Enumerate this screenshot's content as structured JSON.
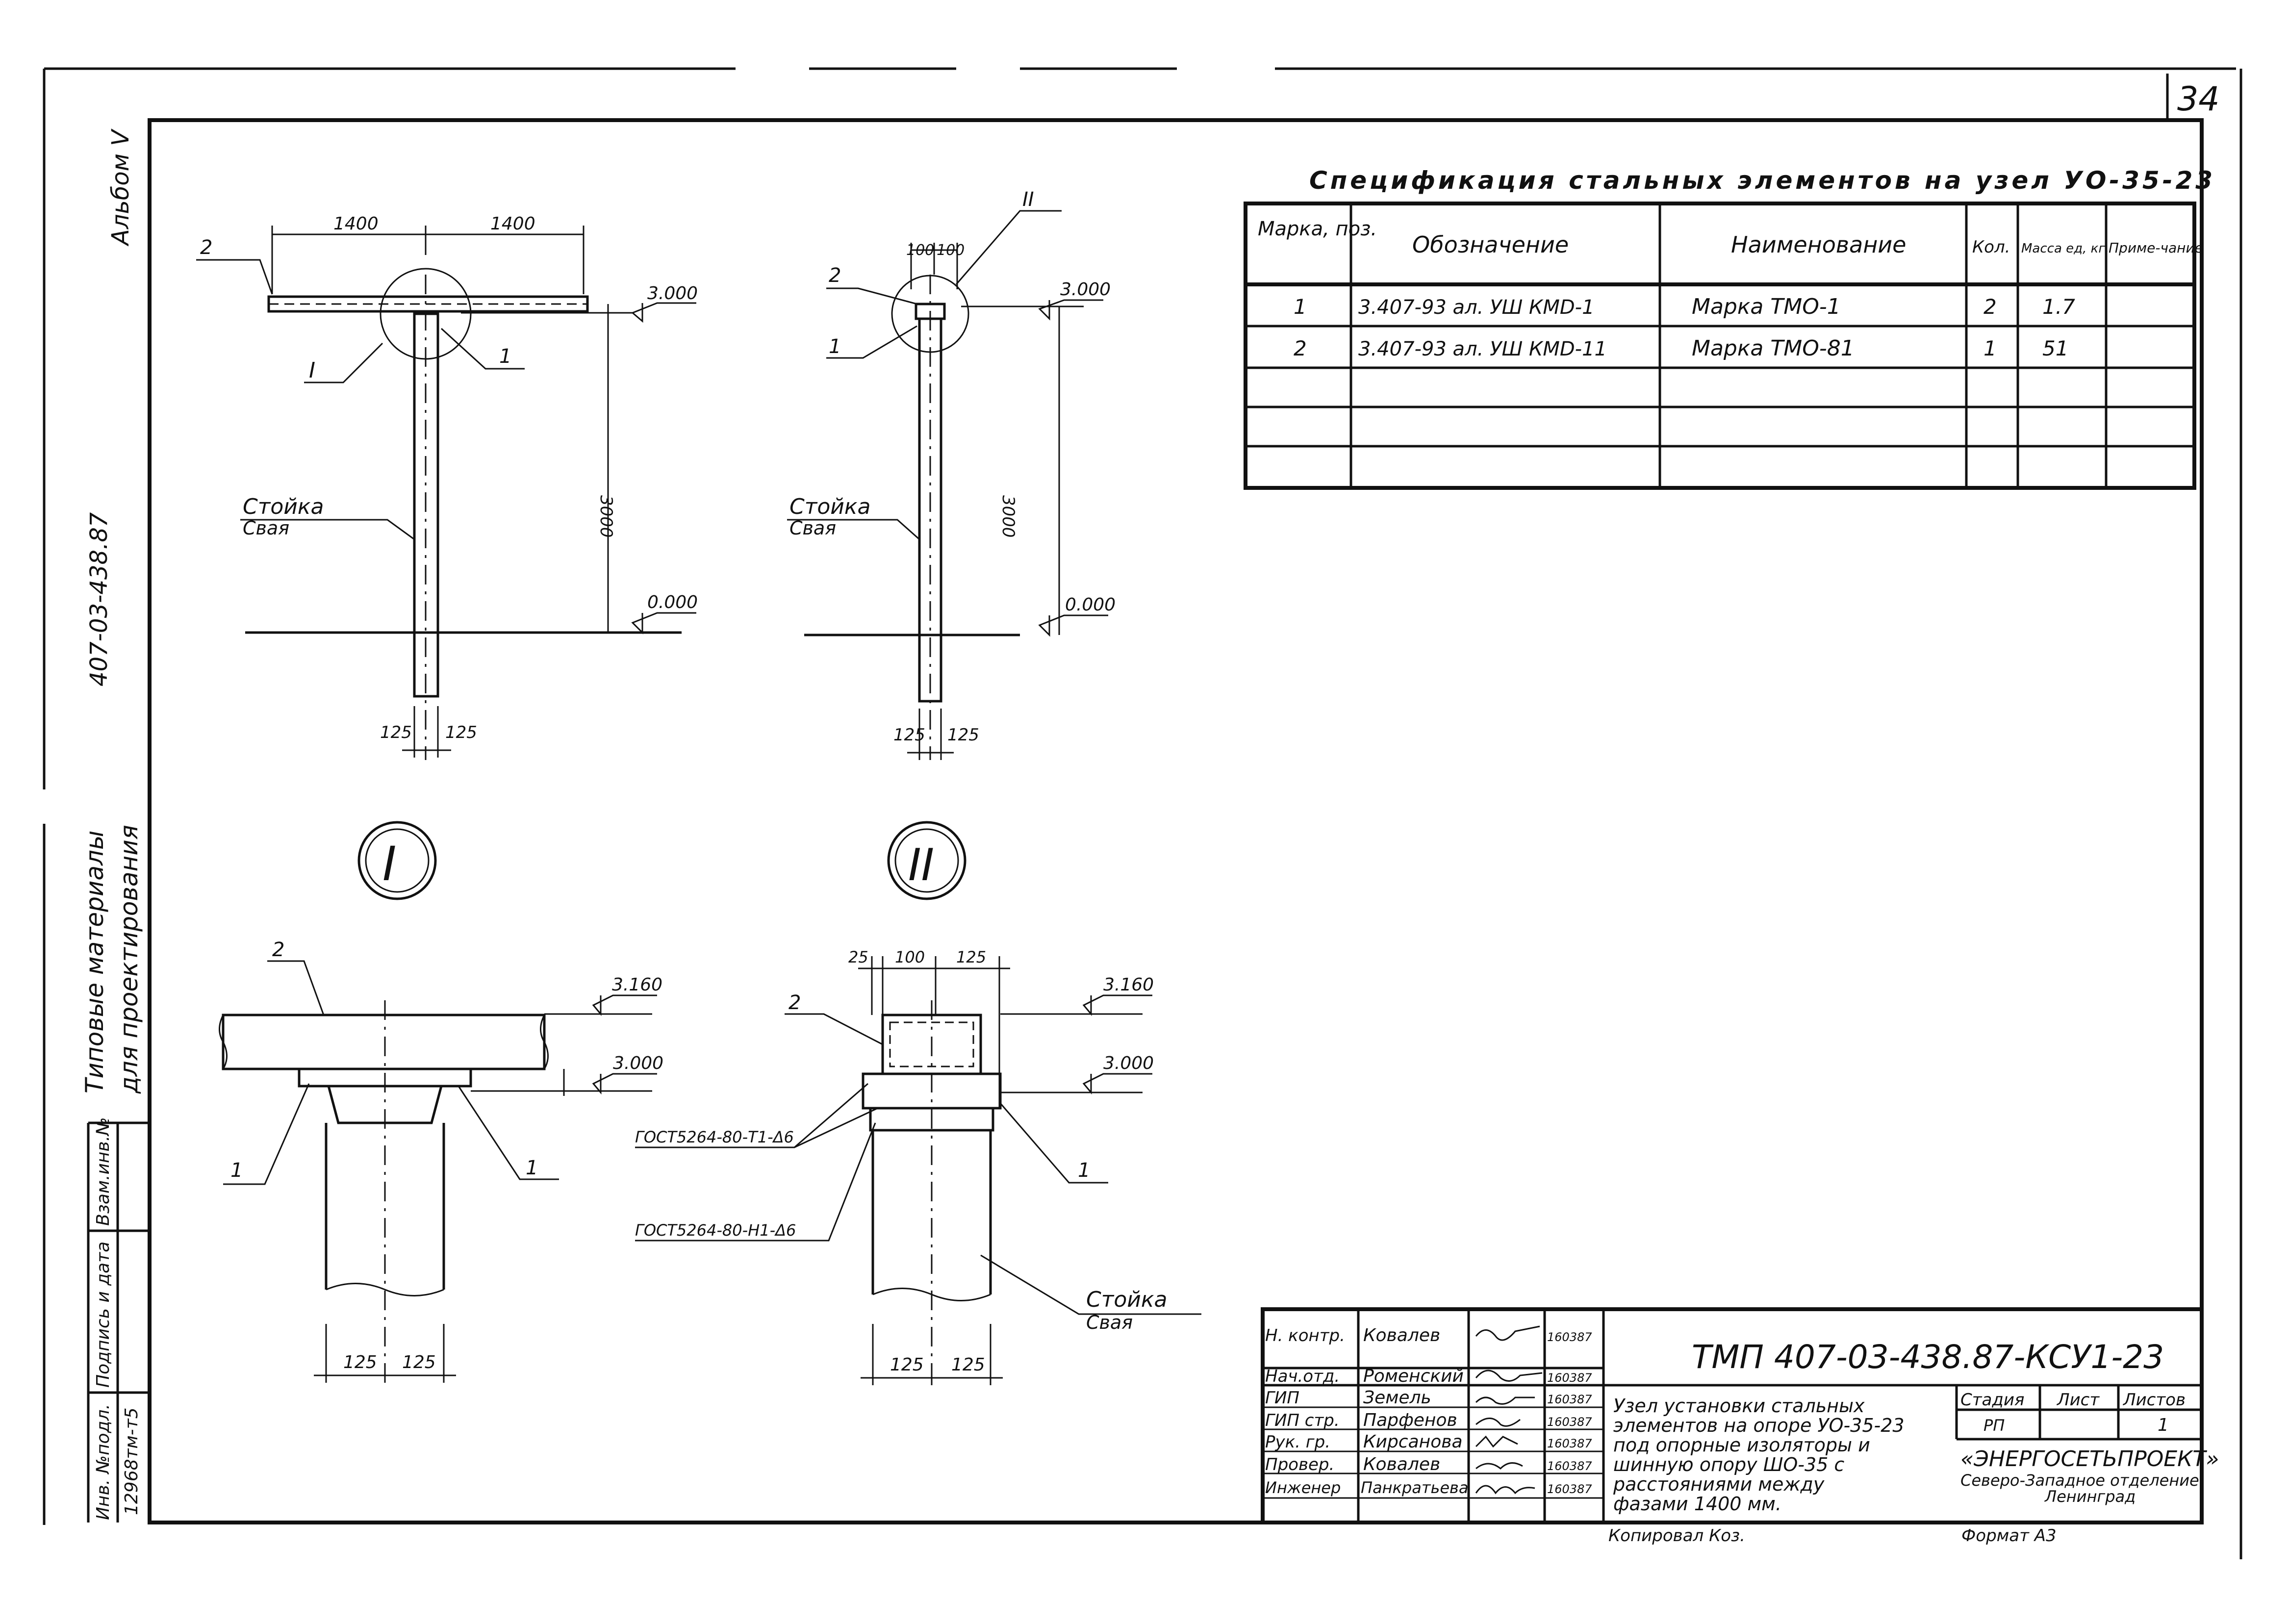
{
  "page_number": "34",
  "side_stamp": {
    "album": "Альбом V",
    "project_code": "407-03-438.87",
    "materials_line1": "Типовые материалы",
    "materials_line2": "для проектирования",
    "inv_label": "Инв. №подл.",
    "inv_value": "12968тм-т5",
    "sign_label": "Подпись и дата",
    "replace_label": "Взам.инв.№"
  },
  "drawing_left": {
    "dim_left": "1400",
    "dim_right": "1400",
    "mark2": "2",
    "mark1a": "1",
    "mark1b": "1",
    "callout": "I",
    "level_top": "3.000",
    "level_ground": "0.000",
    "height_dim": "3000",
    "post_label": "Стойка",
    "pile_label": "Свая",
    "bottom_dim_left": "125",
    "bottom_dim_right": "125"
  },
  "drawing_right": {
    "dim_left": "100",
    "dim_right": "100",
    "mark2": "2",
    "mark1": "1",
    "callout": "II",
    "level_top": "3.000",
    "level_ground": "0.000",
    "height_dim": "3000",
    "post_label": "Стойка",
    "pile_label": "Свая",
    "bottom_dim_left": "125",
    "bottom_dim_right": "125"
  },
  "detail_I": {
    "title": "I",
    "mark2": "2",
    "mark1a": "1",
    "mark1b": "1",
    "level_top": "3.160",
    "level_bottom": "3.000",
    "dim_left": "125",
    "dim_right": "125"
  },
  "detail_II": {
    "title": "II",
    "dim_a": "25",
    "dim_b": "100",
    "dim_c": "125",
    "mark2": "2",
    "mark1": "1",
    "level_top": "3.160",
    "level_bottom": "3.000",
    "weld1": "ГОСТ5264-80-Т1-Δ6",
    "weld2": "ГОСТ5264-80-Н1-Δ6",
    "post_label": "Стойка",
    "pile_label": "Свая",
    "dim_left": "125",
    "dim_right": "125"
  },
  "spec_table": {
    "title": "Спецификация стальных элементов на узел УО-35-23",
    "headers": [
      "Марка, поз.",
      "Обозначение",
      "Наименование",
      "Кол.",
      "Масса ед, кг.",
      "Приме-чание"
    ],
    "rows": [
      [
        "1",
        "3.407-93 ал. УШ КМD-1",
        "Марка ТМО-1",
        "2",
        "1.7",
        ""
      ],
      [
        "2",
        "3.407-93 ал. УШ КМD-11",
        "Марка ТМО-81",
        "1",
        "51",
        ""
      ]
    ]
  },
  "title_block": {
    "doc_code": "ТМП 407-03-438.87-КСУ1-23",
    "roles": [
      {
        "role": "Н. контр.",
        "name": "Ковалев",
        "date": "160387"
      },
      {
        "role": "Нач.отд.",
        "name": "Роменский",
        "date": "160387"
      },
      {
        "role": "ГИП",
        "name": "Земель",
        "date": "160387"
      },
      {
        "role": "ГИП стр.",
        "name": "Парфенов",
        "date": "160387"
      },
      {
        "role": "Рук. гр.",
        "name": "Кирсанова",
        "date": "160387"
      },
      {
        "role": "Провер.",
        "name": "Ковалев",
        "date": "160387"
      },
      {
        "role": "Инженер",
        "name": "Панкратьева",
        "date": "160387"
      }
    ],
    "description_lines": [
      "Узел установки стальных",
      "элементов на опоре УО-35-23",
      "под опорные изоляторы и",
      "шинную опору ШО-35 с",
      "расстояниями между",
      "фазами 1400 мм."
    ],
    "stage_label": "Стадия",
    "sheet_label": "Лист",
    "sheets_label": "Листов",
    "stage_value": "РП",
    "sheet_value": "",
    "sheets_value": "1",
    "org_name": "«ЭНЕРГОСЕТЬПРОЕКТ»",
    "org_branch1": "Северо-Западное отделение",
    "org_branch2": "Ленинград",
    "copied": "Копировал Коз.",
    "format": "Формат А3"
  }
}
